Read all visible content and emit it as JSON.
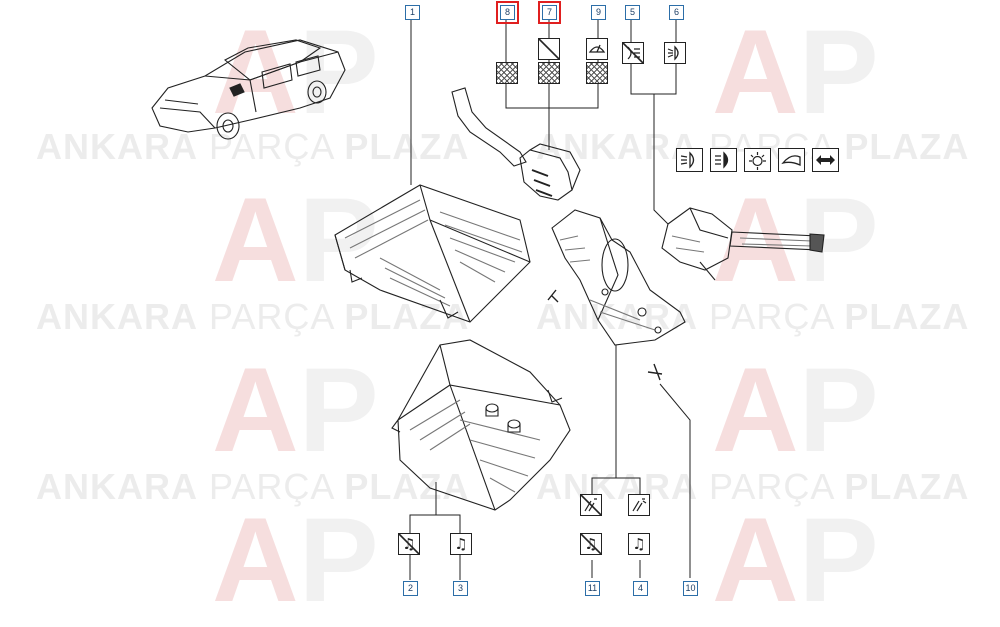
{
  "watermark": {
    "brand_left": "ANKARA",
    "brand_mid": "PARÇA",
    "brand_right": "PLAZA",
    "logo_a": "A",
    "logo_p": "P"
  },
  "callouts": [
    {
      "id": "c1",
      "label": "1"
    },
    {
      "id": "c8",
      "label": "8",
      "highlighted": true
    },
    {
      "id": "c7",
      "label": "7",
      "highlighted": true
    },
    {
      "id": "c9",
      "label": "9"
    },
    {
      "id": "c5",
      "label": "5"
    },
    {
      "id": "c6",
      "label": "6"
    },
    {
      "id": "c2",
      "label": "2"
    },
    {
      "id": "c3",
      "label": "3"
    },
    {
      "id": "c11",
      "label": "11"
    },
    {
      "id": "c4",
      "label": "4"
    },
    {
      "id": "c10",
      "label": "10"
    }
  ],
  "symbols": {
    "horn": "♫",
    "horn_muted": "♫"
  },
  "colors": {
    "line": "#222222",
    "callout_border": "#2c6ea8",
    "highlight": "#e01f1f",
    "watermark": "#ececec"
  }
}
